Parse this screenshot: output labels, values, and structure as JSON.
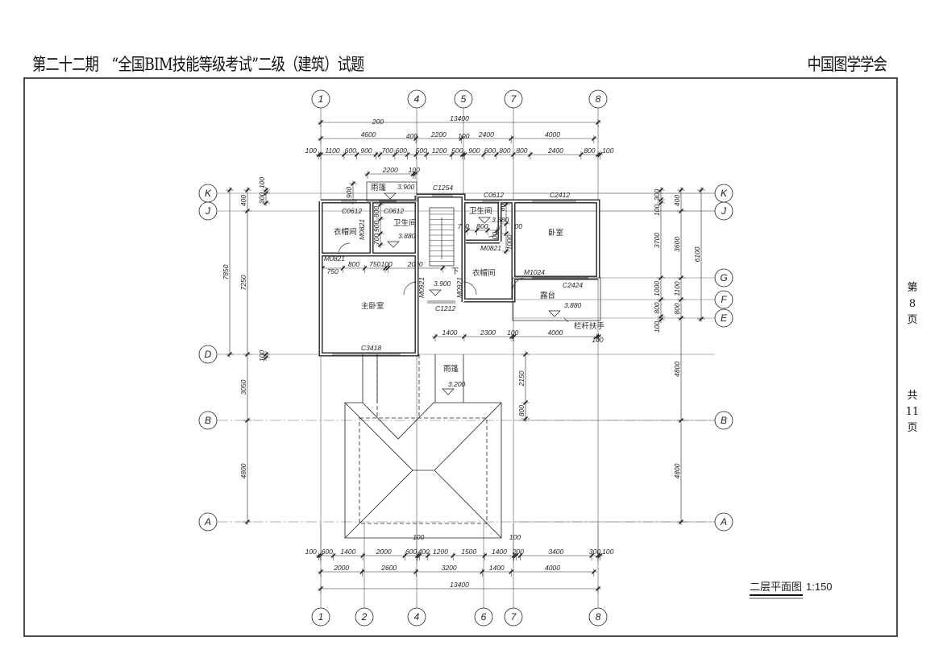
{
  "header": {
    "title": "第二十二期　“全国BIM技能等级考试”二级（建筑）试题",
    "org": "中国图学学会"
  },
  "page_info": {
    "page_label_a": "第",
    "page_num": "8",
    "page_label_b": "页",
    "total_label_a": "共",
    "total_num": "11",
    "total_label_b": "页"
  },
  "drawing_title": {
    "name": "二层平面图",
    "scale": "1:150"
  },
  "axes": {
    "top": [
      "1",
      "4",
      "5",
      "7",
      "8"
    ],
    "bottom": [
      "1",
      "2",
      "4",
      "6",
      "7",
      "8"
    ],
    "left": [
      "K",
      "J",
      "D",
      "B",
      "A"
    ],
    "right": [
      "K",
      "J",
      "G",
      "F",
      "E",
      "B",
      "A"
    ]
  },
  "dimensions": {
    "top_total": [
      13400
    ],
    "top_axis": [
      4600,
      2200,
      2400,
      4000
    ],
    "top_detail": [
      100,
      1100,
      600,
      900,
      200,
      700,
      600,
      400,
      500,
      1200,
      500,
      100,
      900,
      600,
      800,
      800,
      2400,
      800,
      100
    ],
    "top_canopy": [
      2200,
      100
    ],
    "bottom_detail": [
      100,
      600,
      1400,
      2000,
      600,
      100,
      400,
      1200,
      1500,
      1400,
      100,
      200,
      3400,
      300,
      100
    ],
    "bottom_axis": [
      2000,
      2600,
      3200,
      1400,
      4000
    ],
    "bottom_total": [
      13400
    ],
    "terrace_row": [
      1400,
      2300,
      100,
      4000,
      100
    ],
    "master_row": [
      750,
      800,
      750,
      100,
      2000
    ],
    "bath_row": [
      700,
      800,
      700
    ],
    "left_outer": [
      7850
    ],
    "left_axis": [
      400,
      7250,
      3050,
      4800
    ],
    "left_small_top": [
      100,
      300
    ],
    "left_small_d": [
      100
    ],
    "right_detail": [
      300,
      100,
      3700,
      1000,
      800,
      100
    ],
    "right_axis": [
      400,
      3600,
      1100,
      800,
      4800,
      4800
    ],
    "right_outer": [
      6100
    ],
    "canopy_vertical": [
      2150,
      800
    ],
    "canopy_offset": [
      900
    ],
    "bath_left_vertical": [
      800,
      900,
      700
    ],
    "bath_right_vertical": [
      800,
      500,
      1000
    ]
  },
  "labels": {
    "canopy_top": "雨篷",
    "canopy_top_elev": "3.900",
    "c1254": "C1254",
    "c0612_a": "C0612",
    "c2412": "C2412",
    "c0612_b": "C0612",
    "c0612_c": "C0612",
    "bath_left": "卫生间",
    "bath_left_elev": "3.880",
    "closet_left": "衣帽间",
    "m0821_a": "M0821",
    "m0821_b": "M0821",
    "bath_right": "卫生间",
    "bath_right_elev": "3.880",
    "bedroom": "卧室",
    "m0821_c": "M0821",
    "closet_right": "衣帽间",
    "m1024": "M1024",
    "c2424": "C2424",
    "terrace": "露台",
    "terrace_elev": "3.880",
    "railing": "栏杆扶手",
    "stair_down": "下",
    "hall_elev": "3.900",
    "m0921_a": "M0921",
    "m0921_b": "M0921",
    "c1212": "C1212",
    "master_bedroom": "主卧室",
    "c3418": "C3418",
    "canopy_front": "雨篷",
    "canopy_front_elev": "3.200"
  }
}
